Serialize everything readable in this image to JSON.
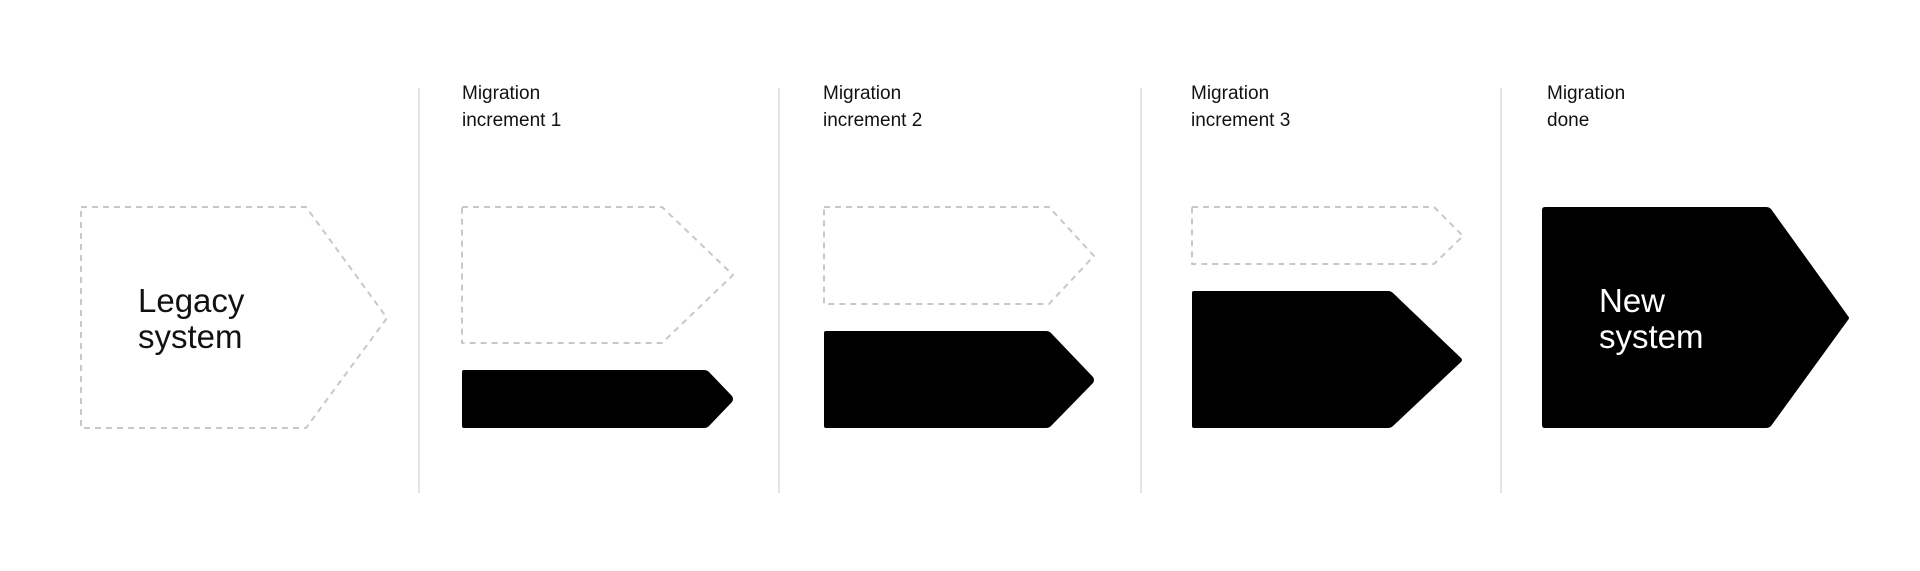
{
  "stages": [
    {
      "line1": "Migration",
      "line2": "increment 1"
    },
    {
      "line1": "Migration",
      "line2": "increment 2"
    },
    {
      "line1": "Migration",
      "line2": "increment 3"
    },
    {
      "line1": "Migration",
      "line2": "done"
    }
  ],
  "legacy": {
    "line1": "Legacy",
    "line2": "system"
  },
  "new_system": {
    "line1": "New",
    "line2": "system"
  },
  "colors": {
    "dashed_outline": "#c8c8c8",
    "divider": "#dcdcdc",
    "solid_fill": "#000000",
    "text": "#111111"
  }
}
